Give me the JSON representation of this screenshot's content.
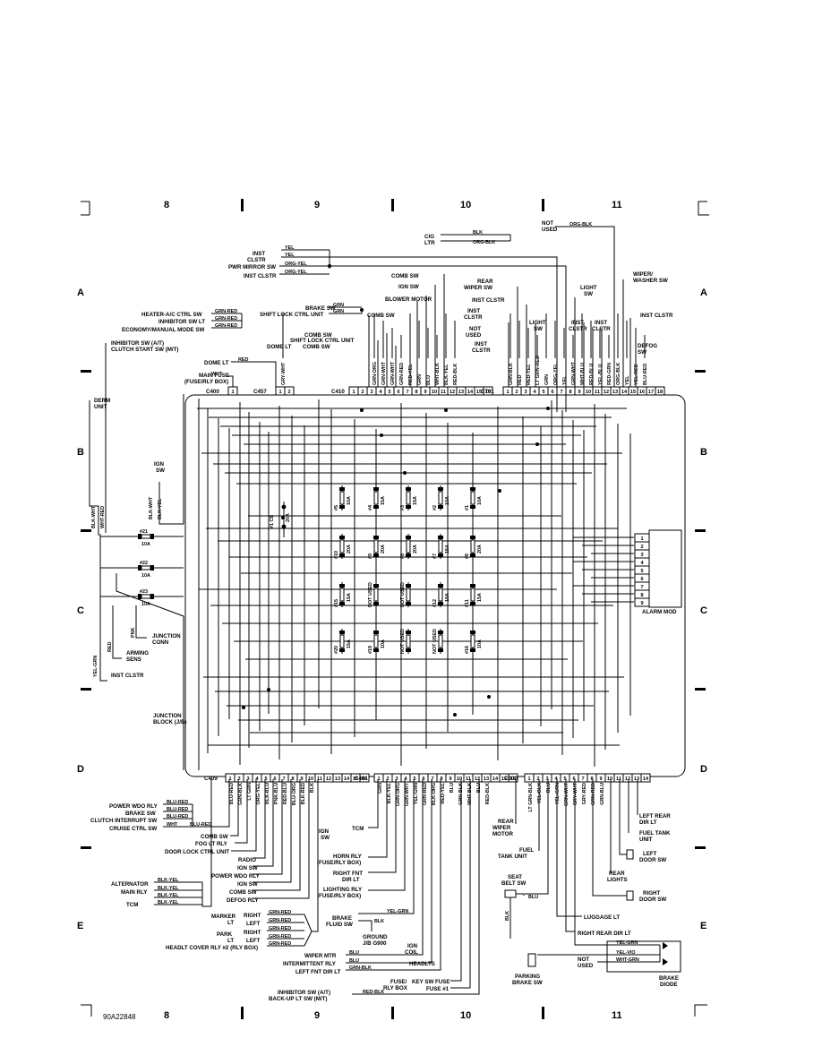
{
  "grid": {
    "columns": [
      "8",
      "9",
      "10",
      "11"
    ],
    "rows": [
      "A",
      "B",
      "C",
      "D",
      "E"
    ]
  },
  "footer": {
    "code": "90A22848"
  },
  "junction_block": {
    "label": "JUNCTION BLOCK (J/B)"
  },
  "alarm_module": {
    "label": "ALARM MOD",
    "pins": [
      "1",
      "2",
      "3",
      "4",
      "5",
      "6",
      "7",
      "8",
      "9"
    ]
  },
  "top_connectors": [
    {
      "name": "C400",
      "pins": [
        "1"
      ]
    },
    {
      "name": "C457",
      "pins": [
        "1",
        "2"
      ]
    },
    {
      "name": "C410",
      "pins": [
        "1",
        "2",
        "3",
        "4",
        "5",
        "6",
        "7",
        "8",
        "9",
        "10",
        "11",
        "12",
        "13",
        "14",
        "15",
        "16"
      ]
    },
    {
      "name": "C701",
      "pins": [
        "1",
        "2",
        "3",
        "4",
        "5",
        "6",
        "7",
        "8",
        "9",
        "10",
        "11",
        "12",
        "13",
        "14",
        "15",
        "16",
        "17",
        "18"
      ]
    }
  ],
  "bottom_connectors": [
    {
      "name": "C409",
      "pins": [
        "1",
        "2",
        "3",
        "4",
        "5",
        "6",
        "7",
        "8",
        "9",
        "10",
        "11",
        "12",
        "13",
        "14",
        "15",
        "16"
      ]
    },
    {
      "name": "C401",
      "pins": [
        "1",
        "2",
        "3",
        "4",
        "5",
        "6",
        "7",
        "8",
        "9",
        "10",
        "11",
        "12",
        "13",
        "14",
        "15",
        "16"
      ]
    },
    {
      "name": "C900",
      "pins": [
        "1",
        "2",
        "3",
        "4",
        "5",
        "6",
        "7",
        "8",
        "9",
        "10",
        "11",
        "12",
        "13",
        "14"
      ]
    }
  ],
  "fuses": [
    {
      "id": "#5",
      "rating": "10A"
    },
    {
      "id": "#4",
      "rating": "15A"
    },
    {
      "id": "#3",
      "rating": "15A"
    },
    {
      "id": "#2",
      "rating": "10A"
    },
    {
      "id": "#1",
      "rating": "10A"
    },
    {
      "id": "#10",
      "rating": "20A"
    },
    {
      "id": "#9",
      "rating": "20A"
    },
    {
      "id": "#8",
      "rating": "20A"
    },
    {
      "id": "#7",
      "rating": "15A"
    },
    {
      "id": "#6",
      "rating": "20A"
    },
    {
      "id": "#15",
      "rating": "15A"
    },
    {
      "id": "NOT USED",
      "rating": ""
    },
    {
      "id": "NOT USED",
      "rating": ""
    },
    {
      "id": "#12",
      "rating": "10A"
    },
    {
      "id": "#11",
      "rating": "15A"
    },
    {
      "id": "#20",
      "rating": "15A"
    },
    {
      "id": "#19",
      "rating": "10A"
    },
    {
      "id": "NOT USED",
      "rating": ""
    },
    {
      "id": "NOT USED",
      "rating": ""
    },
    {
      "id": "#16",
      "rating": "10A"
    }
  ],
  "cb": {
    "id": "#1 CB",
    "rating": "20A"
  },
  "side_fuses": [
    {
      "id": "#21",
      "rating": "10A"
    },
    {
      "id": "#22",
      "rating": "10A"
    },
    {
      "id": "#23",
      "rating": "10A"
    }
  ],
  "labels_top": {
    "cig_ltr": "CIG LTR",
    "blk": "BLK",
    "org_blk": "ORG-BLK",
    "not_used": "NOT USED",
    "inst_clstr": "INST CLSTR",
    "yel": "YEL",
    "pwr_mirror_sw": "PWR MIRROR SW",
    "org_yel": "ORG-YEL",
    "comb_sw": "COMB SW",
    "ign_sw": "IGN SW",
    "blower_motor": "BLOWER MOTOR",
    "rear_wiper_sw": "REAR WIPER SW",
    "light_sw": "LIGHT SW",
    "wiper_washer_sw": "WIPER/ WASHER SW",
    "brake_sw": "BRAKE SW",
    "shift_lock": "SHIFT LOCK CTRL UNIT",
    "grn": "GRN",
    "heater_ac": "HEATER-A/C CTRL SW",
    "inhibitor_lt": "INHIBITOR SW LT",
    "economy": "ECONOMY/MANUAL MODE SW",
    "grn_red": "GRN-RED",
    "inhibitor_sw": "INHIBITOR SW (A/T) CLUTCH START SW (M/T)",
    "dome_lt": "DOME LT",
    "red": "RED",
    "main_fuse": "MAIN FUSE (FUSE/RLY BOX)",
    "wht": "WHT",
    "defog_sw": "DEFOG SW",
    "derm_unit": "DERM UNIT",
    "ign_sw_side": "IGN SW",
    "junction_conn": "JUNCTION CONN",
    "arming_sens": "ARMING SENS",
    "pnk": "PNK",
    "blk_wht": "BLK-WHT",
    "wht_red": "WHT-RED",
    "blk_yel": "BLK-YEL",
    "yel_grn": "YEL-GRN"
  },
  "top_wire_labels": {
    "c457": [
      "GRY-WHT"
    ],
    "c410": [
      "GRN-ORG",
      "GRN-WHT",
      "GRN-WHT",
      "GRN-RED",
      "RED-YEL",
      "GRN",
      "BLU",
      "WHT-BLK",
      "BLK-YEL",
      "RED-BLK"
    ],
    "c701": [
      "GRN-BLK",
      "RED",
      "RED-YEL",
      "LT GRN-RED",
      "GRN",
      "ORG-YEL",
      "YEL",
      "GRN-WHT",
      "WHT-BLU",
      "RED-BLU",
      "YEL-BLU",
      "RED-GRN",
      "ORG-BLK",
      "YEL",
      "YEL-RED",
      "BLU-RED"
    ]
  },
  "bottom_wire_labels": {
    "c409": [
      "BLU-RED",
      "GRN-BLK",
      "LT GRN",
      "ORG-YEL",
      "BLK-BLU",
      "PNK-BLU",
      "RED-BLU",
      "BLU-ORG",
      "BLK-RED",
      "BLK"
    ],
    "c401": [
      "GRN",
      "BLK-YEL",
      "GRN-ORG",
      "GRN-WHT",
      "YEL-GRN",
      "GRN-RED",
      "BLK-ORG",
      "RED-YEL",
      "BLU",
      "GRN-BLK",
      "WHT-BLK",
      "BLU",
      "RED-BLK"
    ],
    "c900": [
      "LT GRN-BLK",
      "YEL-BLK",
      "BLU",
      "YEL-GRN",
      "GRN-WHT",
      "GRY-WHT",
      "GRY-RED",
      "GRN-RED",
      "GRN-BLU"
    ]
  },
  "labels_bottom_left": {
    "power_wdo_rly": "POWER WDO RLY",
    "brake_sw": "BRAKE SW",
    "clutch_interrupt": "CLUTCH INTERRUPT SW",
    "cruise_ctrl": "CRUISE CTRL SW",
    "blu_red": "BLU-RED",
    "wht": "WHT",
    "comb_sw": "COMB SW",
    "fog_lt_rly": "FOG LT RLY",
    "door_lock": "DOOR LOCK CTRL UNIT",
    "radio": "RADIO",
    "ign_sw": "IGN SW",
    "power_wdo_rly2": "POWER WDO RLY",
    "ign_sw2": "IGN SW",
    "comb_sw2": "COMB SW",
    "defog_rly": "DEFOG RLY",
    "alternator": "ALTERNATOR",
    "main_rly": "MAIN RLY",
    "tcm": "TCM",
    "blk_yel": "BLK-YEL",
    "marker_lt": "MARKER LT",
    "park_lt": "PARK LT",
    "right": "RIGHT",
    "left": "LEFT",
    "grn_red": "GRN-RED",
    "headlt_cover": "HEADLT COVER RLY #2 (RLY BOX)"
  },
  "labels_bottom_mid": {
    "tcm": "TCM",
    "ign_sw": "IGN SW",
    "horn_rly": "HORN RLY (FUSE/RLY BOX)",
    "right_fnt": "RIGHT FNT DIR LT",
    "lighting_rly": "LIGHTING RLY (FUSE/RLY BOX)",
    "brake_fluid": "BRAKE FLUID SW",
    "ground": "GROUND J/B G900",
    "ign_coil": "IGN COIL",
    "wiper_mtr": "WIPER MTR",
    "intermittent": "INTERMITTENT RLY",
    "left_fnt": "LEFT FNT DIR LT",
    "headlts": "HEADLTS",
    "fuse_rly_box": "FUSE/ RLY BOX",
    "key_sw_fuse": "KEY SW FUSE",
    "fuse1": "FUSE #1",
    "inhibitor_sw": "INHIBITOR SW (A/T) BACK-UP LT SW (M/T)",
    "red_blk": "RED-BLK",
    "yel_grn": "YEL-GRN",
    "blk": "BLK",
    "blu": "BLU",
    "grn_blk": "GRN-BLK"
  },
  "labels_bottom_right": {
    "rear_wiper_motor": "REAR WIPER MOTOR",
    "fuel_tank_unit": "FUEL TANK UNIT",
    "seat_belt_sw": "SEAT BELT SW",
    "blu": "BLU",
    "blk": "BLK",
    "luggage_lt": "LUGGAGE LT",
    "right_rear_dir": "RIGHT REAR DIR LT",
    "parking_brake": "PARKING BRAKE SW",
    "not_used": "NOT USED",
    "brake_diode": "BRAKE DIODE",
    "yel_grn": "YEL-GRN",
    "yel_vio": "YEL-VIO",
    "wht_grn": "WHT-GRN",
    "left_rear_dir": "LEFT REAR DIR LT",
    "fuel_tank_unit2": "FUEL TANK UNIT",
    "left_door_sw": "LEFT DOOR SW",
    "rear_lights": "REAR LIGHTS",
    "right_door_sw": "RIGHT DOOR SW"
  }
}
